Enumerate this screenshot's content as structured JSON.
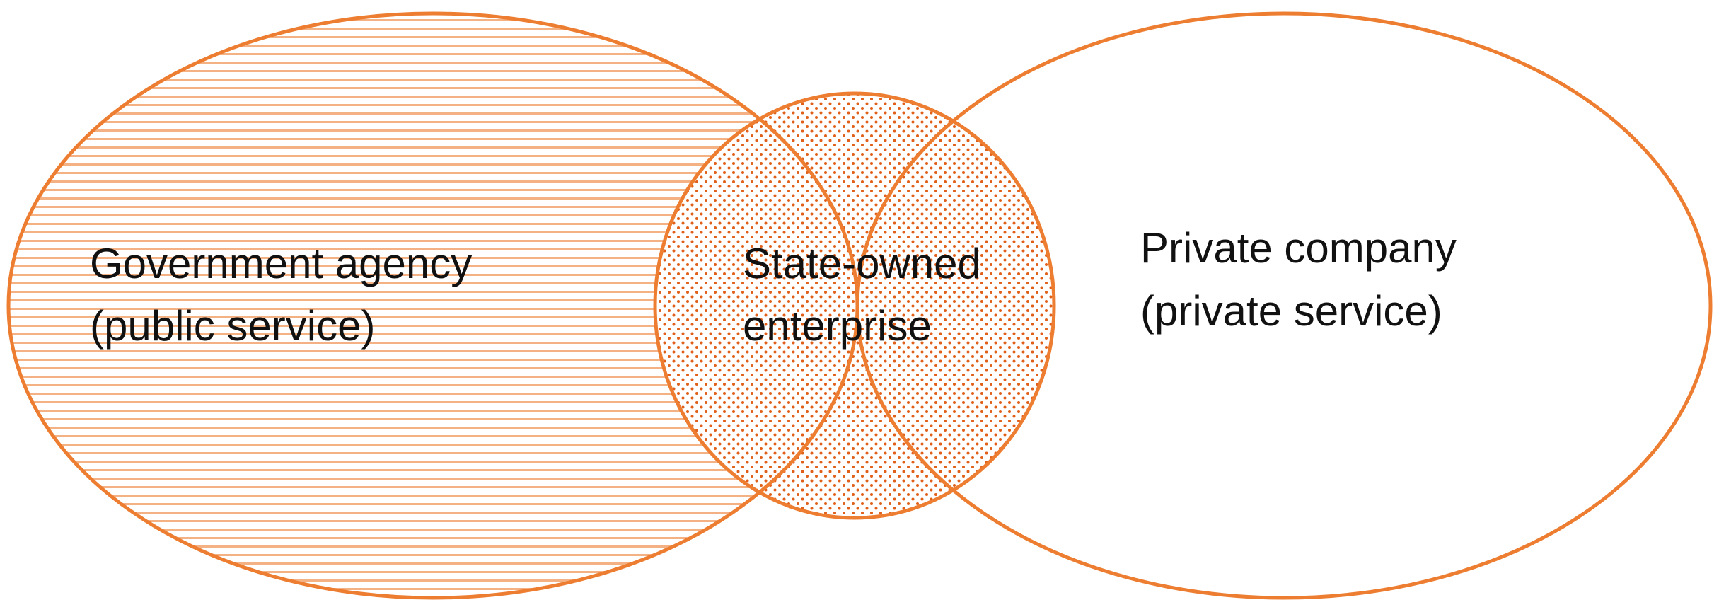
{
  "colors": {
    "outline": "#ED7D31",
    "stripes": "#F4B183",
    "dots": "#E0601A",
    "text": "#111111",
    "background": "#FFFFFF"
  },
  "regions": {
    "government": {
      "line1": "Government agency",
      "line2": "(public service)",
      "fill_pattern": "horizontal-stripes"
    },
    "state_owned": {
      "line1": "State-owned",
      "line2": "enterprise",
      "fill_pattern": "dots"
    },
    "private": {
      "line1": "Private company",
      "line2": "(private service)",
      "fill_pattern": "none"
    }
  }
}
